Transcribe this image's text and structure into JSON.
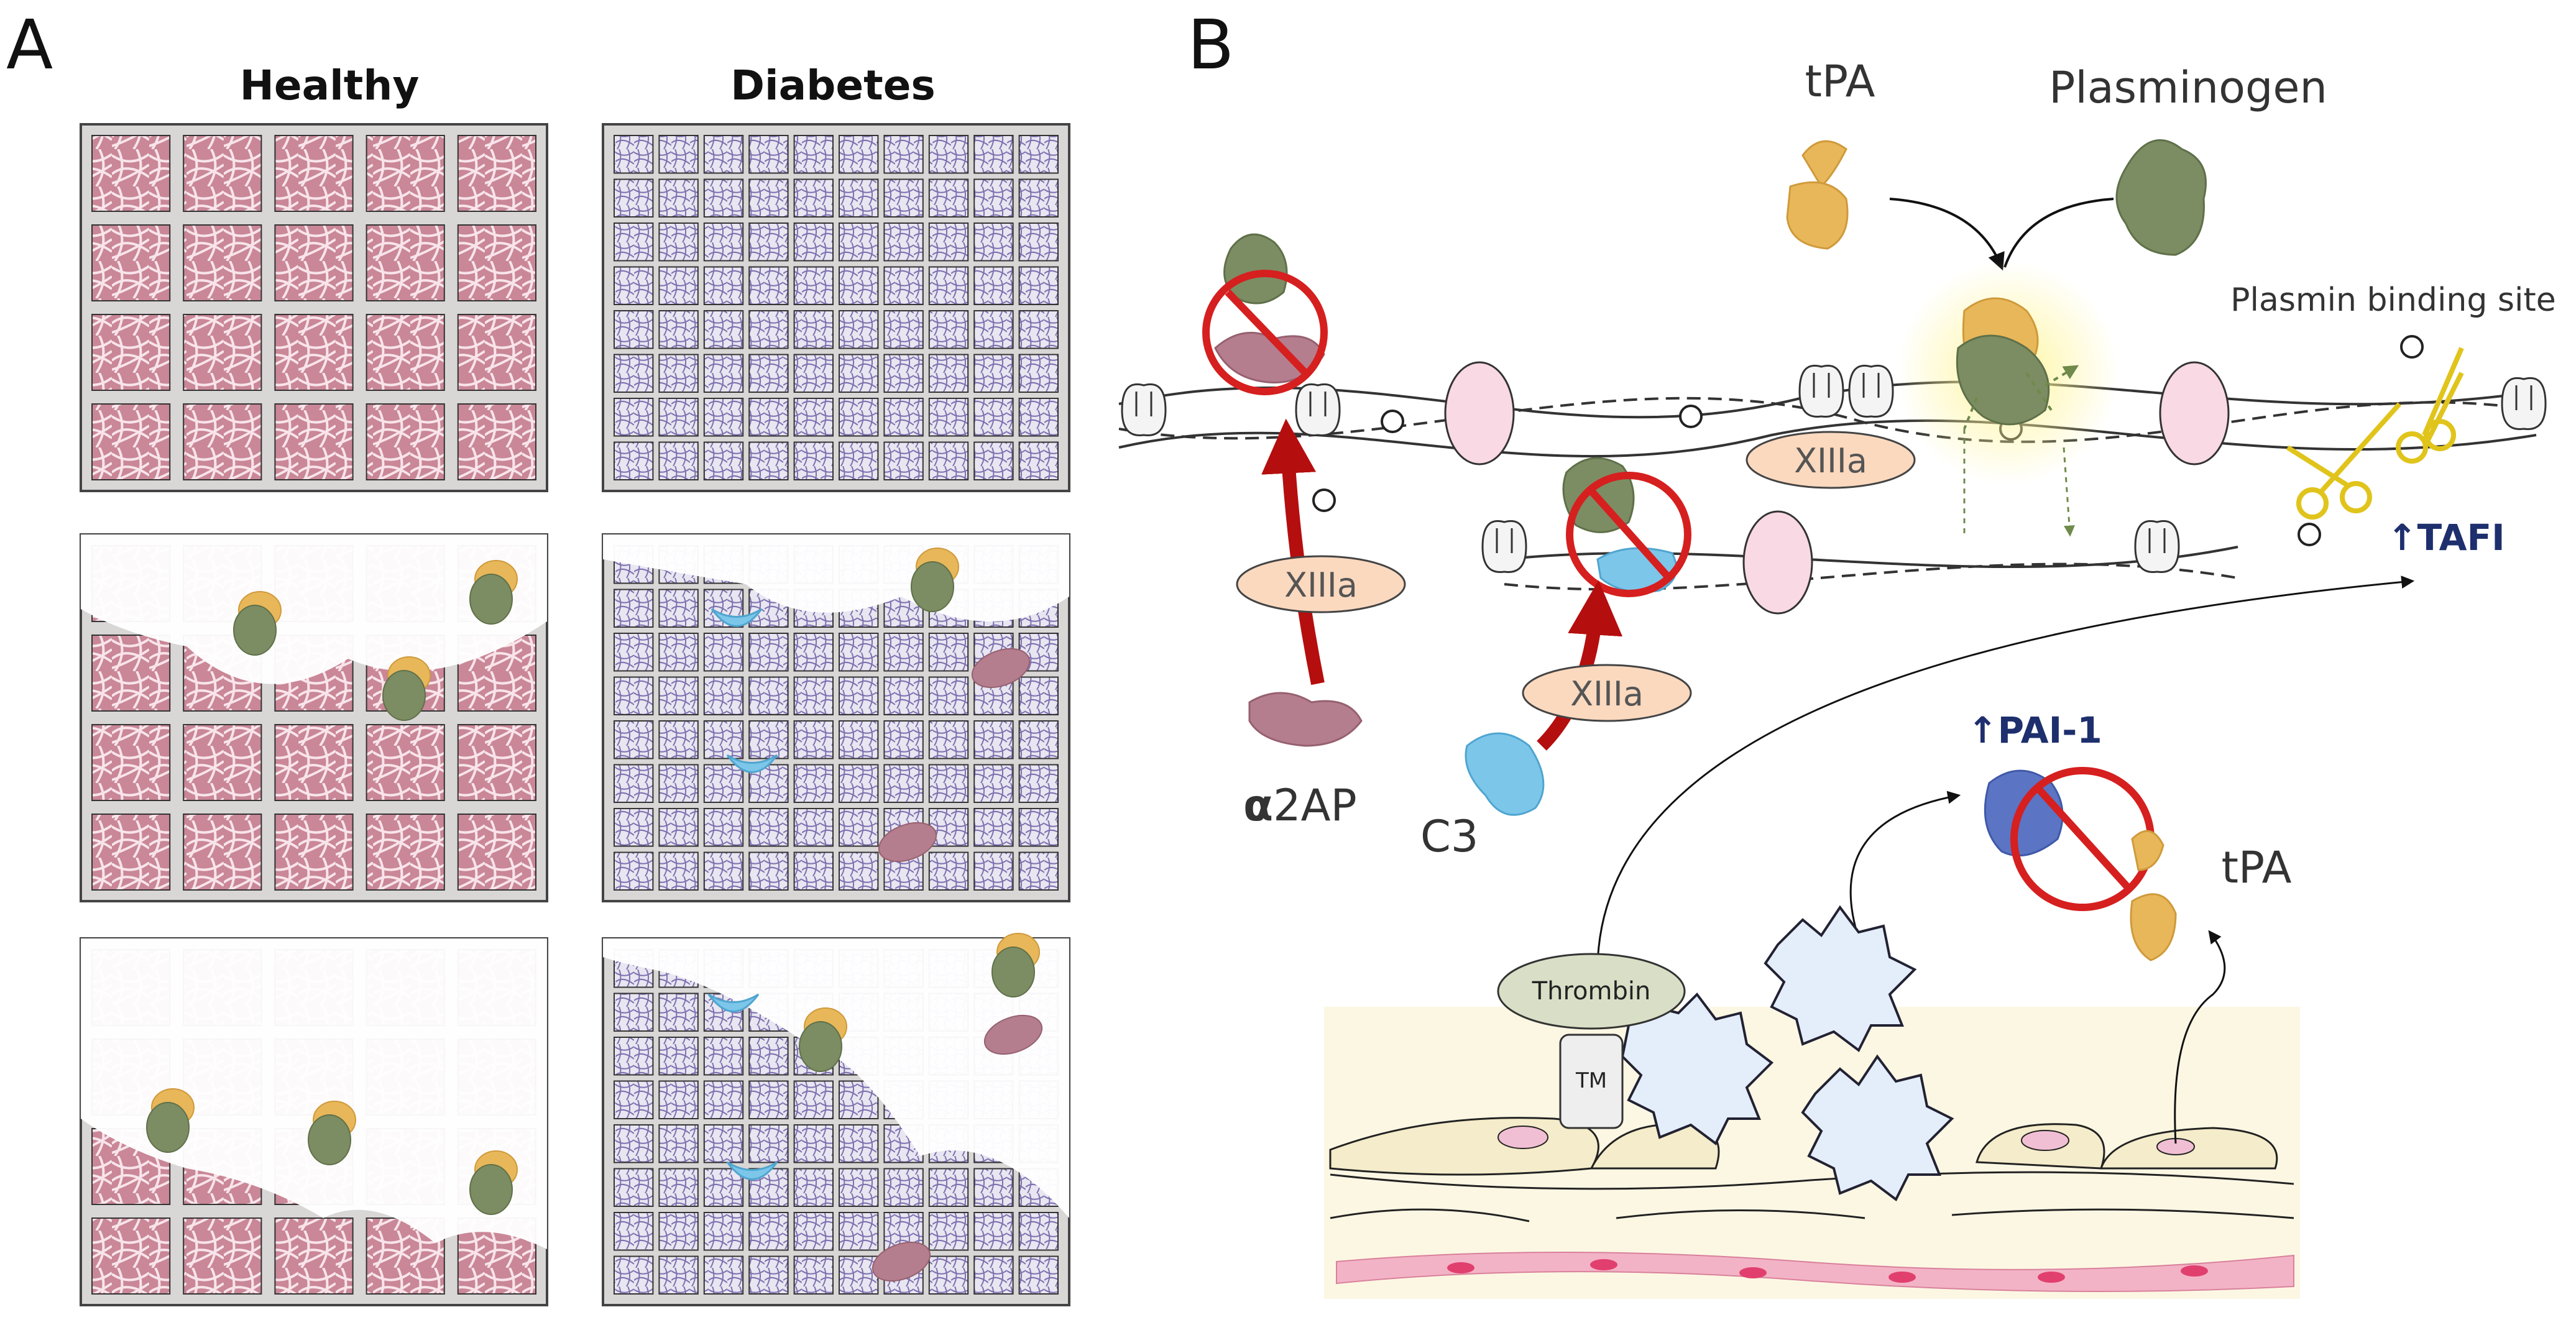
{
  "panel_a": {
    "label": "A",
    "columns": [
      "Healthy",
      "Diabetes"
    ]
  },
  "panel_b": {
    "label": "B",
    "labels": {
      "tpa_top": "tPA",
      "plasminogen": "Plasminogen",
      "plasmin_binding_site": "Plasmin binding site",
      "xiiia": "XIIIa",
      "alpha2ap_greek": "α",
      "alpha2ap_rest": "2AP",
      "c3": "C3",
      "tafi": "↑TAFI",
      "pai1": "↑PAI-1",
      "tpa_bottom": "tPA",
      "thrombin": "Thrombin",
      "tm": "TM"
    }
  },
  "colors": {
    "healthy_fibrin": "#d9a7b4",
    "diabetes_fibrin": "#9c8fc8",
    "plasminogen": "#7c8d63",
    "tpa": "#e8b75a",
    "c3": "#7cc6ea",
    "alpha2ap": "#b57e8e",
    "pai1": "#5b74c4",
    "xiiia_pill": "#fbd9bf",
    "inhibit_red": "#d61f1f",
    "arrow_red": "#b50e0e",
    "tafi_blue": "#1e2f6e"
  }
}
